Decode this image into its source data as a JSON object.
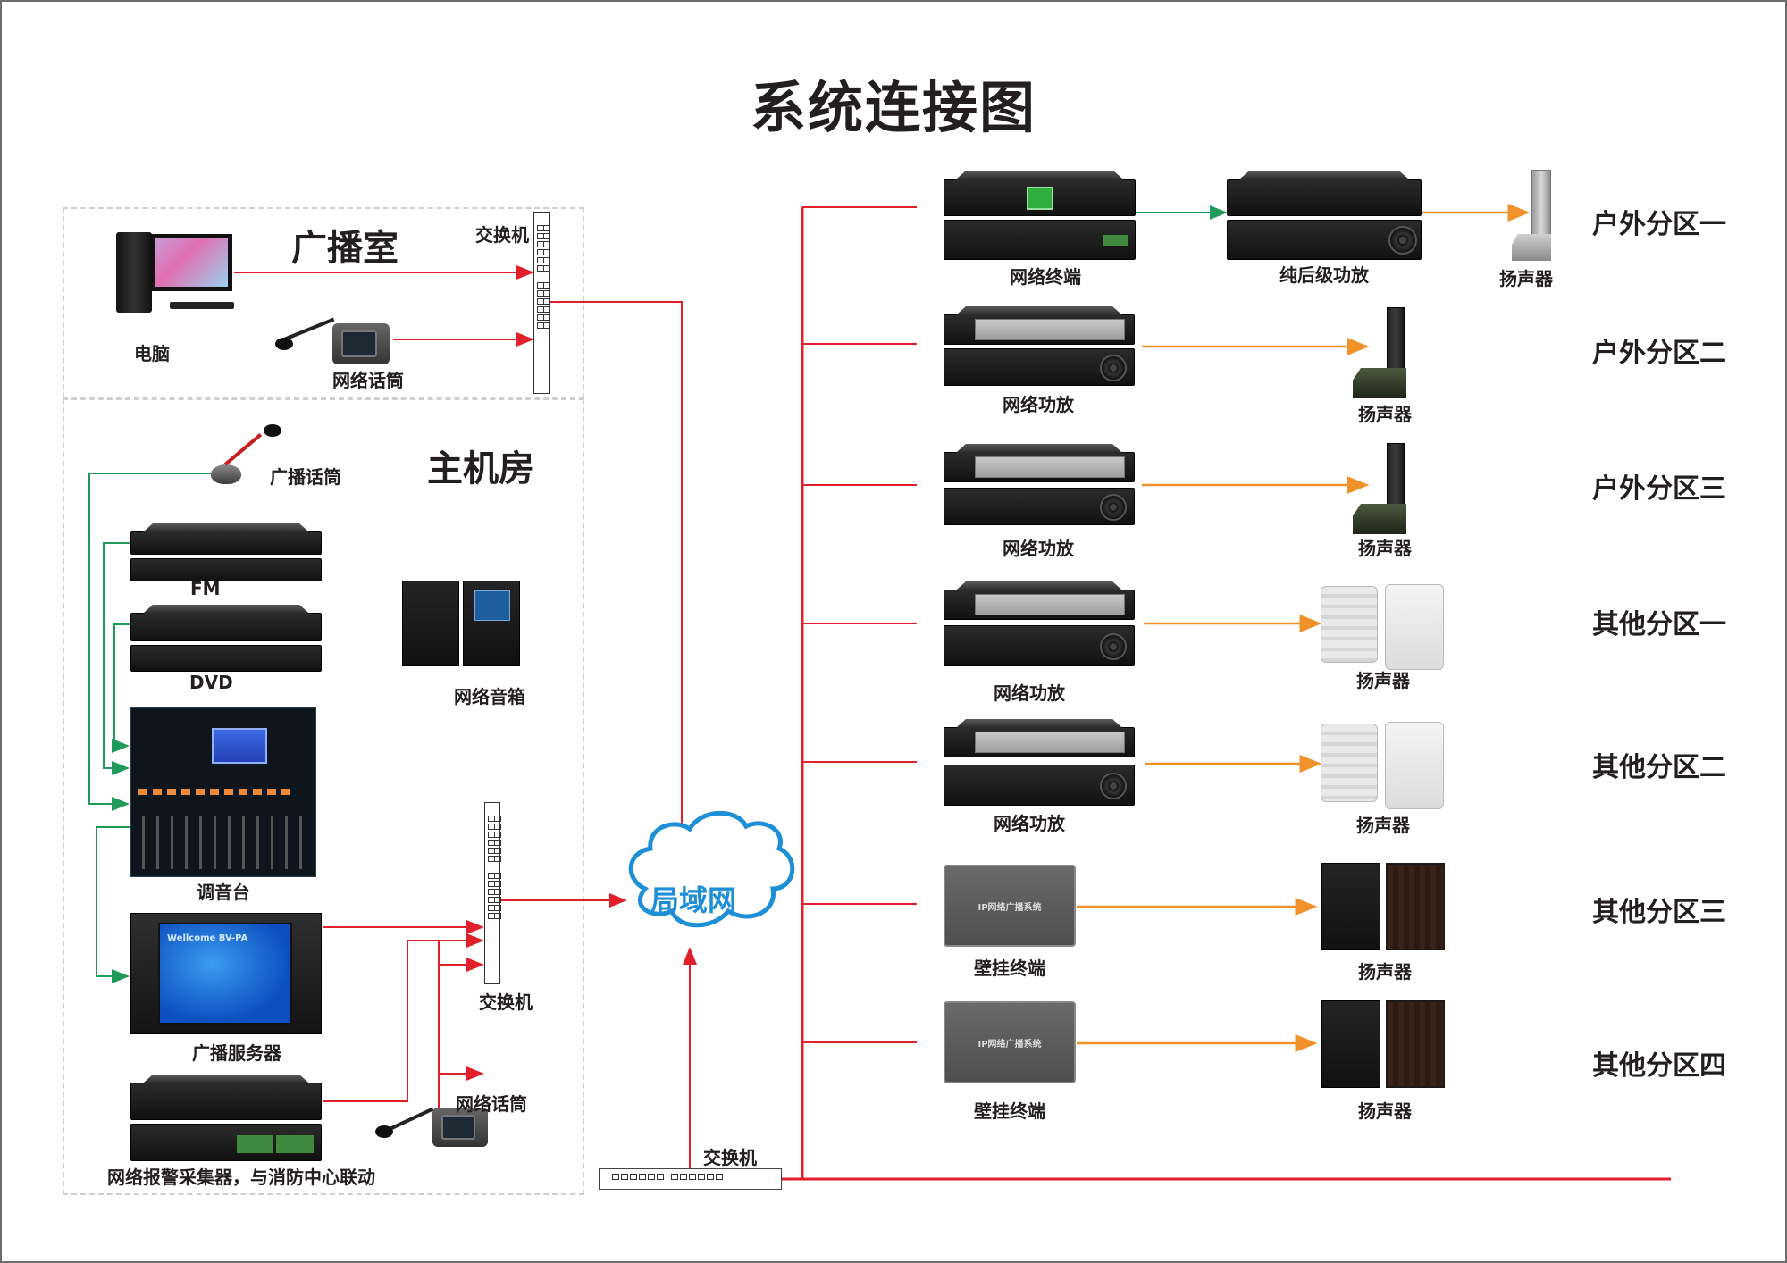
{
  "title": "系统连接图",
  "rooms": {
    "broadcast_room": {
      "title": "广播室",
      "devices": {
        "computer": "电脑",
        "network_mic": "网络话筒",
        "switch": "交换机"
      }
    },
    "machine_room": {
      "title": "主机房",
      "devices": {
        "broadcast_mic": "广播话筒",
        "fm": "FM",
        "dvd": "DVD",
        "mixer": "调音台",
        "network_speaker": "网络音箱",
        "switch": "交换机",
        "server": "广播服务器",
        "server_screen_text": "Wellcome BV-PA",
        "alarm_collector": "网络报警采集器，与消防中心联动",
        "network_mic": "网络话筒"
      }
    }
  },
  "lan": {
    "label": "局域网",
    "bottom_switch": "交换机"
  },
  "zones": [
    {
      "name": "户外分区一",
      "devices": [
        "网络终端",
        "纯后级功放",
        "扬声器"
      ]
    },
    {
      "name": "户外分区二",
      "devices": [
        "网络功放",
        "扬声器"
      ]
    },
    {
      "name": "户外分区三",
      "devices": [
        "网络功放",
        "扬声器"
      ]
    },
    {
      "name": "其他分区一",
      "devices": [
        "网络功放",
        "扬声器"
      ]
    },
    {
      "name": "其他分区二",
      "devices": [
        "网络功放",
        "扬声器"
      ]
    },
    {
      "name": "其他分区三",
      "devices": [
        "壁挂终端",
        "扬声器"
      ]
    },
    {
      "name": "其他分区四",
      "devices": [
        "壁挂终端",
        "扬声器"
      ]
    }
  ],
  "wall_terminal_text": "IP网络广播系统",
  "colors": {
    "network_link": "#e2202c",
    "audio_link": "#1f9a5a",
    "speaker_link": "#f0912a",
    "lan_cloud": "#1d8fd6",
    "text": "#231f20"
  }
}
